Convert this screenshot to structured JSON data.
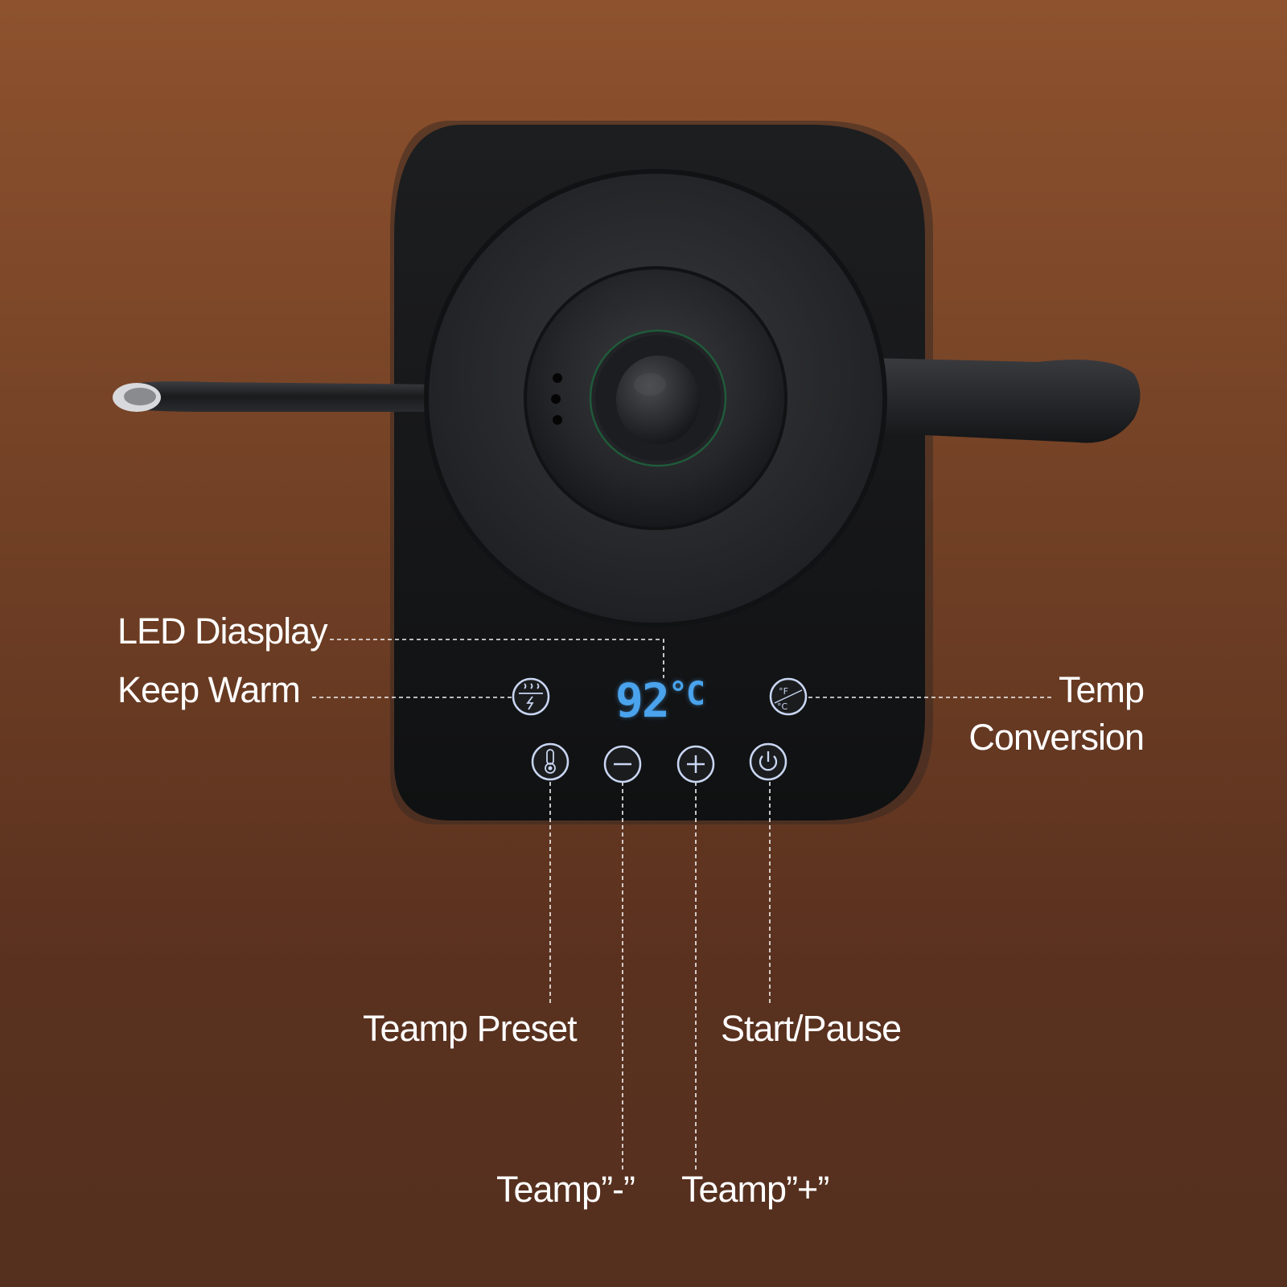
{
  "labels": {
    "led_display": "LED Diasplay",
    "keep_warm": "Keep Warm",
    "temp_conversion_line1": "Temp",
    "temp_conversion_line2": "Conversion",
    "temp_preset": "Teamp Preset",
    "start_pause": "Start/Pause",
    "temp_minus": "Teamp”-”",
    "temp_plus": "Teamp”+”"
  },
  "display": {
    "value": "92",
    "unit": "°C"
  },
  "buttons": {
    "keep_warm_icon": "keep-warm-icon",
    "temp_conversion_icon": "fahrenheit-celsius-icon",
    "temp_conversion_f": "°F",
    "temp_conversion_c": "°C",
    "preset_icon": "thermometer-icon",
    "minus_icon": "minus-icon",
    "plus_icon": "plus-icon",
    "power_icon": "power-icon"
  },
  "colors": {
    "background_top": "#8e522e",
    "background_bottom": "#55301f",
    "kettle_body": "#1b1c1e",
    "led_blue": "#4aa3ec",
    "icon_outline": "#c9d6f2"
  }
}
